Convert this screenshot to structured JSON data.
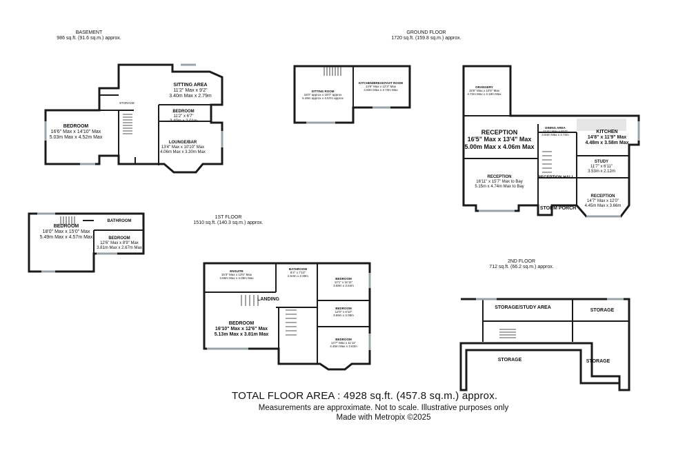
{
  "floors": {
    "basement": {
      "name": "BASEMENT",
      "area": "986 sq.ft. (91.6 sq.m.) approx."
    },
    "ground": {
      "name": "GROUND FLOOR",
      "area": "1720 sq.ft. (159.8 sq.m.) approx."
    },
    "first": {
      "name": "1ST FLOOR",
      "area": "1510 sq.ft. (140.3 sq.m.) approx."
    },
    "second": {
      "name": "2ND FLOOR",
      "area": "712 sq.ft. (66.2 sq.m.) approx."
    }
  },
  "rooms": {
    "basement_sitting_area": {
      "name": "SITTING AREA",
      "dim1": "11'2\" Max x 9'2\"",
      "dim2": "3.40m Max x 2.79m"
    },
    "basement_storage": {
      "name": "STORAGE"
    },
    "basement_bedroom_small": {
      "name": "BEDROOM",
      "dim1": "11'2\" x 6'7\"",
      "dim2": "3.40m x 2.01m"
    },
    "basement_bedroom_large": {
      "name": "BEDROOM",
      "dim1": "16'6\" Max x 14'10\" Max",
      "dim2": "5.03m Max x 4.52m Max"
    },
    "basement_lounge_bar": {
      "name": "LOUNGE/BAR",
      "dim1": "13'4\" Max x 10'10\" Max",
      "dim2": "4.06m Max x 3.30m Max"
    },
    "ground_sitting_room": {
      "name": "SITTING ROOM",
      "dim1": "18'0\" approx x 15'0\" approx",
      "dim2": "5.49m approx x 4.57m approx"
    },
    "ground_kitchen_breakfast": {
      "name": "KITCHEN/BREAKFAST ROOM",
      "dim1": "14'9\" Max x 12'3\" Max",
      "dim2": "4.50m Max x 3.73m Max"
    },
    "ground_orangery": {
      "name": "ORANGERY",
      "dim1": "15'6\" Max x 10'5\" Max",
      "dim2": "4.72m Max x 3.18m Max"
    },
    "ground_reception_1": {
      "name": "RECEPTION",
      "dim1": "16'5\" Max x 13'4\" Max",
      "dim2": "5.00m Max x 4.06m Max"
    },
    "ground_dining_area": {
      "name": "DINING AREA",
      "dim1": "11'11\" Max x 9'10\"",
      "dim2": "3.64m Max x 2.72m"
    },
    "ground_kitchen": {
      "name": "KITCHEN",
      "dim1": "14'8\" x 11'9\" Max",
      "dim2": "4.48m x 3.58m Max"
    },
    "ground_study": {
      "name": "STUDY",
      "dim1": "11'7\" x 6'11\"",
      "dim2": "3.53m x 2.12m"
    },
    "ground_reception_2": {
      "name": "RECEPTION",
      "dim1": "16'11\" x 15'7\" Max to Bay",
      "dim2": "5.15m x 4.74m Max to Bay"
    },
    "ground_reception_hall": {
      "name": "RECEPTION HALL"
    },
    "ground_reception_3": {
      "name": "RECEPTION",
      "dim1": "14'7\" Max x 12'0\"",
      "dim2": "4.45m Max x 3.66m"
    },
    "ground_storm_porch": {
      "name": "STORM PORCH"
    },
    "first_bedroom_main": {
      "name": "BEDROOM",
      "dim1": "18'0\" Max x 15'0\" Max",
      "dim2": "5.49m Max x 4.57m Max"
    },
    "first_bathroom_small": {
      "name": "BATHROOM"
    },
    "first_bedroom_small": {
      "name": "BEDROOM",
      "dim1": "12'6\" Max x 8'9\" Max",
      "dim2": "3.81m Max x 2.67m Max"
    },
    "first_ensuite": {
      "name": "ENSUITE",
      "dim1": "15'3\" Max x 13'5\" Max",
      "dim2": "4.65m Max x 4.09m Max"
    },
    "first_bathroom": {
      "name": "BATHROOM",
      "dim1": "8'4\" x 7'10\"",
      "dim2": "2.54m x 2.39m"
    },
    "first_bedroom_a": {
      "name": "BEDROOM",
      "dim1": "12'1\" x 11'11\"",
      "dim2": "3.68m x 3.64m"
    },
    "first_landing": {
      "name": "LANDING"
    },
    "first_bedroom_b": {
      "name": "BEDROOM",
      "dim1": "12'0\" x 6'10\"",
      "dim2": "3.66m x 2.08m"
    },
    "first_bedroom_large": {
      "name": "BEDROOM",
      "dim1": "16'10\" Max x 12'6\" Max",
      "dim2": "5.13m Max x 3.81m Max"
    },
    "first_bedroom_c": {
      "name": "BEDROOM",
      "dim1": "14'7\" Max x 11'11\"",
      "dim2": "4.45m Max x 3.63m"
    },
    "second_storage_study": {
      "name": "STORAGE/STUDY AREA"
    },
    "second_storage_1": {
      "name": "STORAGE"
    },
    "second_storage_2": {
      "name": "STORAGE"
    },
    "second_storage_3": {
      "name": "STORAGE"
    }
  },
  "footer": {
    "total": "TOTAL FLOOR AREA : 4928 sq.ft. (457.8 sq.m.) approx.",
    "line1": "Measurements are approximate.  Not to scale.  Illustrative purposes only",
    "line2": "Made with Metropix ©2025"
  },
  "colors": {
    "wall": "#1a1a1a",
    "window": "#9aa3a8",
    "kitchen_fill": "#e6e6e6",
    "background": "#ffffff"
  }
}
